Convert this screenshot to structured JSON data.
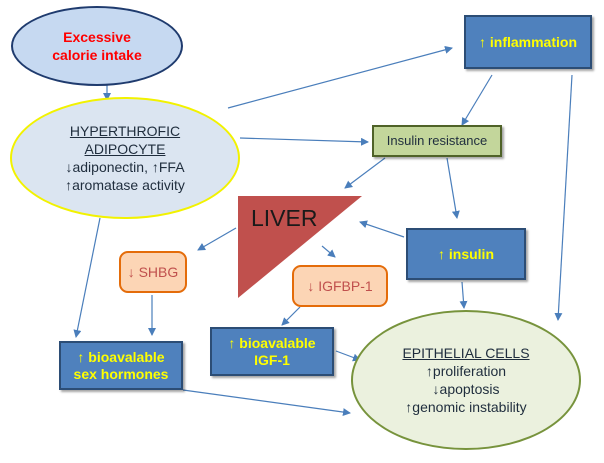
{
  "nodes": {
    "calorie": [
      "Excessive",
      "calorie intake"
    ],
    "adipocyte": [
      "HYPERTHROFIC",
      "ADIPOCYTE",
      "↓adiponectin, ↑FFA",
      "↑aromatase activity"
    ],
    "inflammation": "↑ inflammation",
    "insulin_resistance": "Insulin resistance",
    "liver": "LIVER",
    "shbg": "↓ SHBG",
    "igfbp1": "↓ IGFBP-1",
    "insulin": "↑ insulin",
    "sex_hormones": [
      "↑ bioavalable",
      "sex hormones"
    ],
    "igf1": [
      "↑ bioavalable",
      "IGF-1"
    ],
    "epithelial": [
      "EPITHELIAL CELLS",
      "↑proliferation",
      "↓apoptosis",
      "↑genomic instability"
    ]
  },
  "colors": {
    "arrow": "#4a7ebb",
    "liver_fill": "#c0504d",
    "blue_box": "#4f81bd",
    "green_box": "#c3d69b",
    "orange_box": "#fcd5b5"
  }
}
